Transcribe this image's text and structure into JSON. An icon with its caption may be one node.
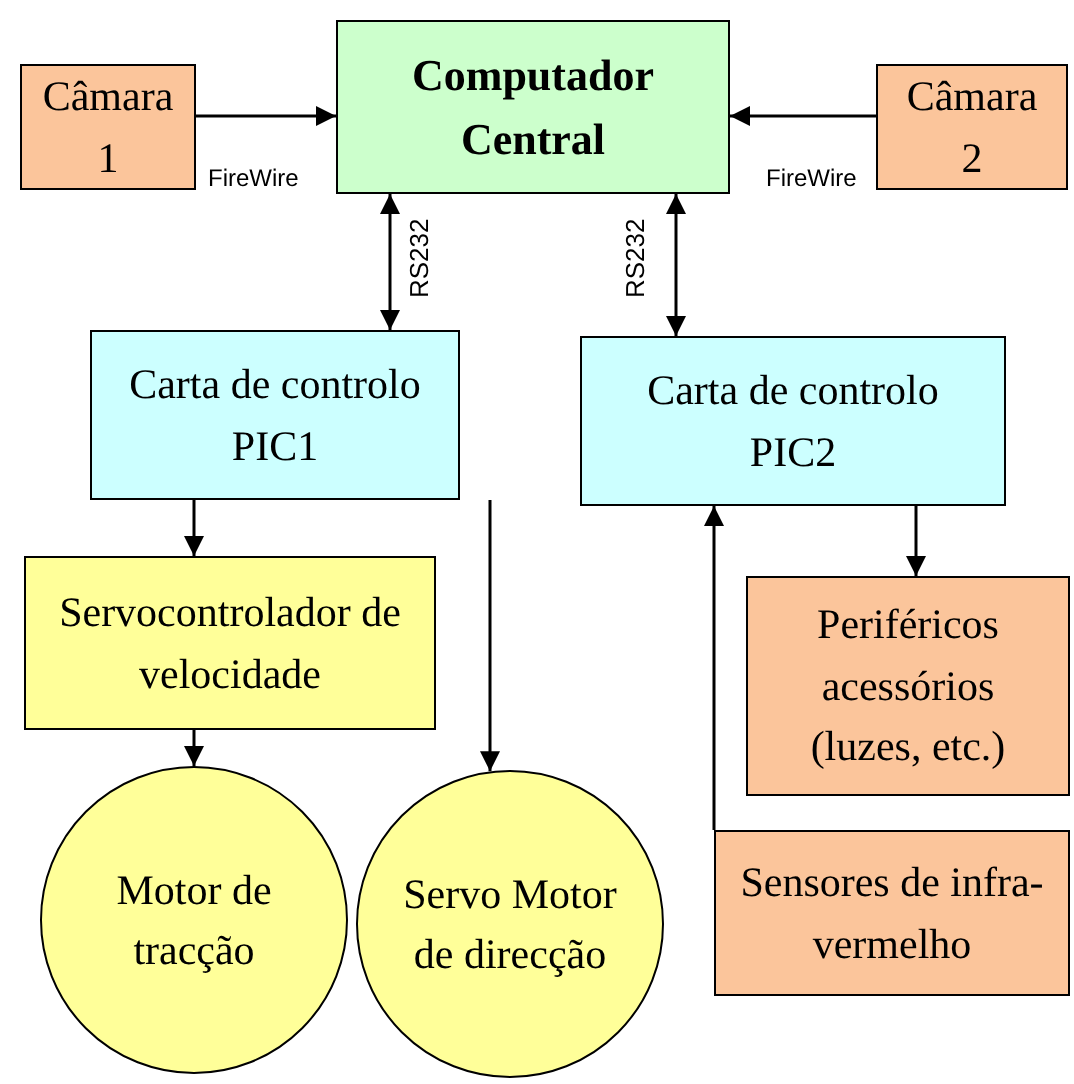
{
  "diagram": {
    "nodes": [
      {
        "text": [
          "Câmara 1"
        ]
      },
      {
        "text": [
          "Computador Central"
        ]
      },
      {
        "text": [
          "Câmara 2"
        ]
      },
      {
        "text": [
          "Carta de controlo PIC1"
        ]
      },
      {
        "text": [
          "Carta de controlo PIC2"
        ]
      },
      {
        "text": [
          "Servocontrolador de velocidade"
        ]
      },
      {
        "text": [
          "Periféricos acessórios (luzes, etc.)"
        ]
      },
      {
        "text": [
          "Motor de tracção"
        ]
      },
      {
        "text": [
          "Servo Motor de direcção"
        ]
      },
      {
        "text": [
          "Sensores de infra-vermelho"
        ]
      }
    ],
    "edges": [
      {
        "from": 0,
        "to": 1,
        "arrow": "to",
        "label": "FireWire"
      },
      {
        "from": 2,
        "to": 1,
        "arrow": "to",
        "label": "FireWire"
      },
      {
        "from": 1,
        "to": 3,
        "arrow": "both",
        "label": "RS232"
      },
      {
        "from": 1,
        "to": 4,
        "arrow": "both",
        "label": "RS232"
      },
      {
        "from": 3,
        "to": 5,
        "arrow": "to"
      },
      {
        "from": 3,
        "to": 8,
        "arrow": "to"
      },
      {
        "from": 5,
        "to": 7,
        "arrow": "to"
      },
      {
        "from": 4,
        "to": 6,
        "arrow": "to"
      },
      {
        "from": 9,
        "to": 4,
        "arrow": "to"
      }
    ]
  }
}
